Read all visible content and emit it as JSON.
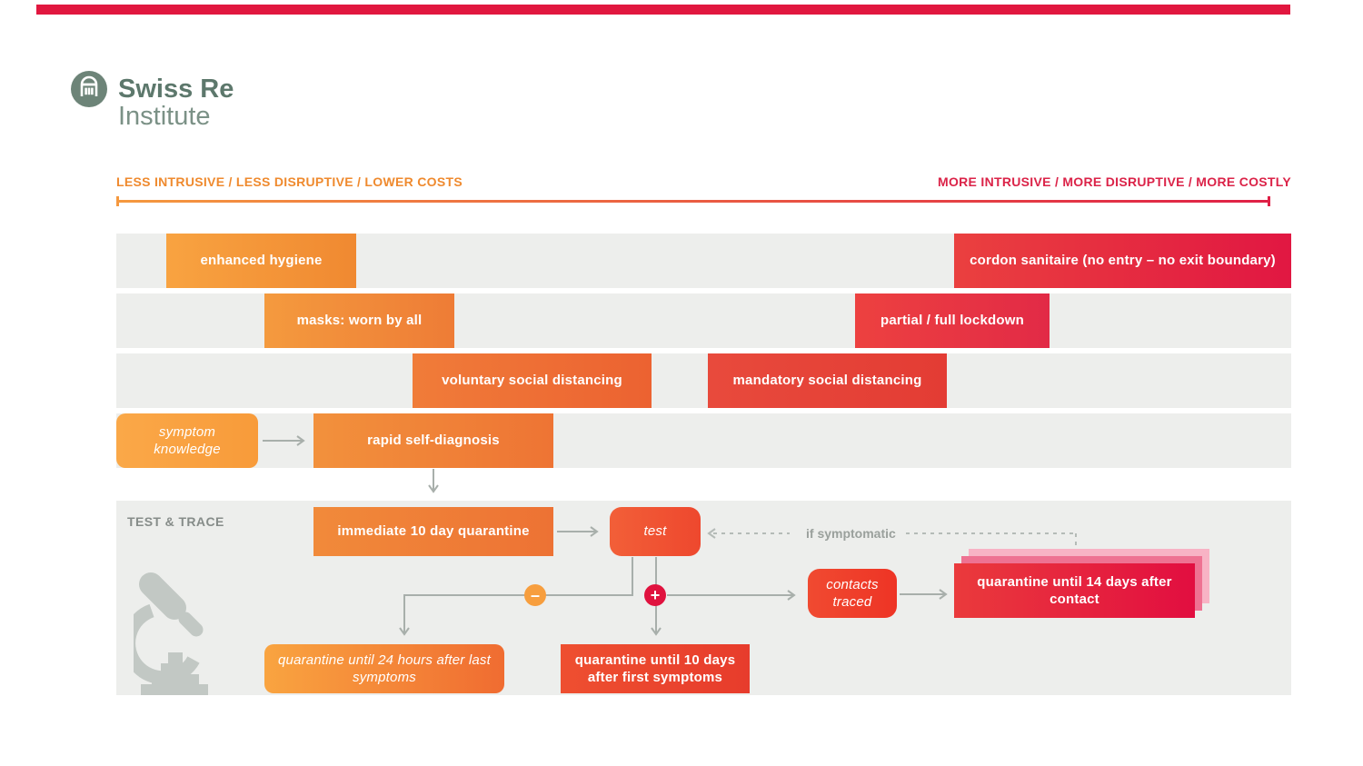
{
  "logo": {
    "brand": "Swiss Re",
    "subtitle": "Institute"
  },
  "axis": {
    "left_label": "LESS INTRUSIVE / LESS DISRUPTIVE / LOWER COSTS",
    "right_label": "MORE INTRUSIVE / MORE DISRUPTIVE / MORE COSTLY"
  },
  "section": {
    "test_trace": "TEST & TRACE"
  },
  "boxes": {
    "enhanced_hygiene": {
      "label": "enhanced hygiene"
    },
    "cordon_sanitaire": {
      "label": "cordon sanitaire (no entry – no exit boundary)"
    },
    "masks": {
      "label": "masks: worn by all"
    },
    "lockdown": {
      "label": "partial / full lockdown"
    },
    "voluntary": {
      "label": "voluntary social distancing"
    },
    "mandatory": {
      "label": "mandatory social distancing"
    },
    "symptom_knowledge": {
      "label": "symptom knowledge"
    },
    "rapid_self_diagnosis": {
      "label": "rapid self-diagnosis"
    },
    "immediate_quarantine": {
      "label": "immediate 10 day quarantine"
    },
    "test": {
      "label": "test"
    },
    "contacts_traced": {
      "label": "contacts traced"
    },
    "quarantine_14_days": {
      "label": "quarantine until 14 days after contact"
    },
    "quarantine_24_hours": {
      "label": "quarantine until 24 hours after last symptoms"
    },
    "quarantine_10_days": {
      "label": "quarantine until 10 days after first symptoms"
    }
  },
  "annotations": {
    "if_symptomatic": "if symptomatic"
  },
  "badges": {
    "minus": "–",
    "plus": "+"
  },
  "palette": {
    "accent_orange": "#ef8a2e",
    "accent_red": "#db2348",
    "top_bar_red": "#e1173f",
    "band_gray": "#edeeec",
    "connector_gray": "#a8afab",
    "brand_green": "#6d8478",
    "card_pink_mid": "#ee7292",
    "card_pink_light": "#f8b3c5"
  }
}
